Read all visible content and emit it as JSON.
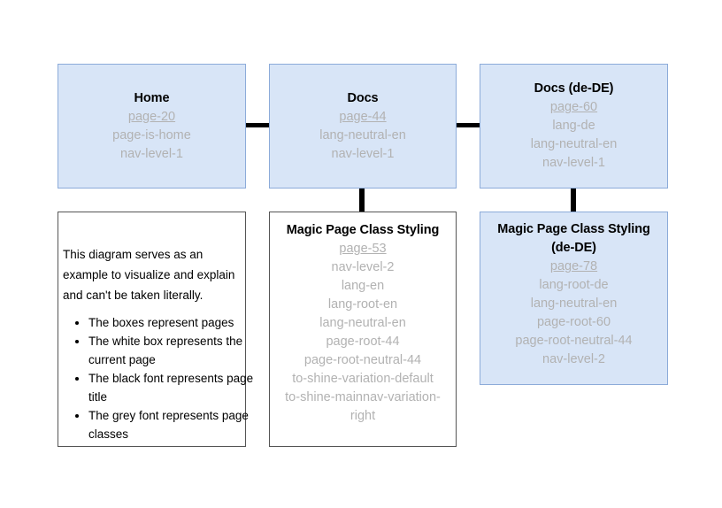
{
  "diagram": {
    "title": "Magic Page Class Styling diagram",
    "colors": {
      "box_fill_blue": "#d8e5f7",
      "box_border_blue": "#8cabd9",
      "box_fill_white": "#ffffff",
      "box_border_dark": "#555555",
      "title_text": "#000000",
      "class_text": "#b2b2b2",
      "connector": "#000000"
    },
    "nodes": [
      {
        "id": "home",
        "title": "Home",
        "page_id": "page-20",
        "classes": [
          "page-is-home",
          "nav-level-1"
        ],
        "style": "blue"
      },
      {
        "id": "docs",
        "title": "Docs",
        "page_id": "page-44",
        "classes": [
          "lang-neutral-en",
          "nav-level-1"
        ],
        "style": "blue"
      },
      {
        "id": "docs-de",
        "title": "Docs (de-DE)",
        "page_id": "page-60",
        "classes": [
          "lang-de",
          "lang-neutral-en",
          "nav-level-1"
        ],
        "style": "blue"
      },
      {
        "id": "magic-page-class-styling",
        "title": "Magic Page Class Styling",
        "page_id": "page-53",
        "classes": [
          "nav-level-2",
          "lang-en",
          "lang-root-en",
          "lang-neutral-en",
          "page-root-44",
          "page-root-neutral-44",
          "to-shine-variation-default",
          "to-shine-mainnav-variation-right"
        ],
        "style": "white"
      },
      {
        "id": "magic-page-class-styling-de",
        "title": "Magic Page Class Styling (de-DE)",
        "page_id": "page-78",
        "classes": [
          "lang-root-de",
          "lang-neutral-en",
          "page-root-60",
          "page-root-neutral-44",
          "nav-level-2"
        ],
        "style": "blue"
      }
    ],
    "note": {
      "paragraph": "This diagram serves as an example to visualize and explain and can't be taken literally.",
      "paragraph_lines": [
        "This diagram serves as an",
        "example to visualize and explain",
        "and can't be taken literally."
      ],
      "bullets": [
        "The boxes represent pages",
        "The white box represents the current page",
        "The black font represents page title",
        "The grey font represents page classes"
      ]
    }
  }
}
